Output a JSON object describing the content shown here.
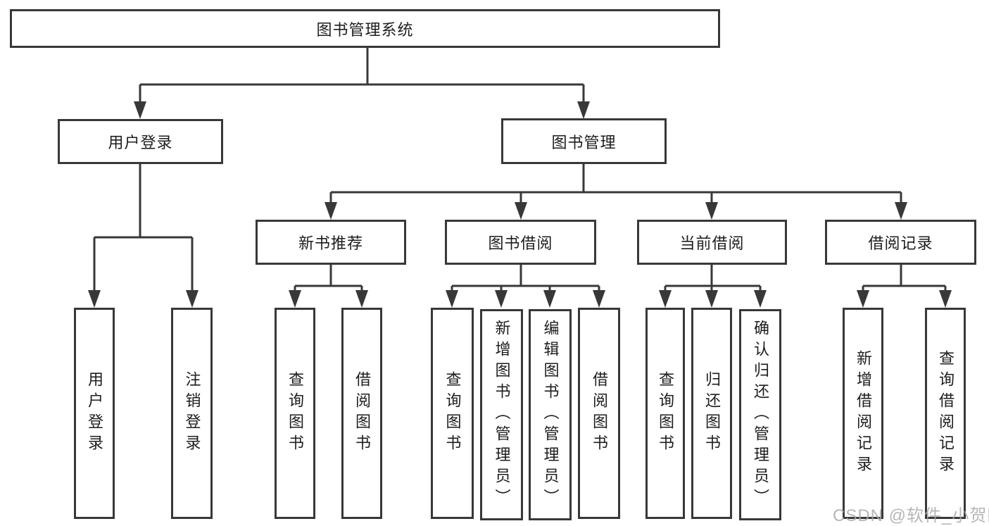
{
  "colors": {
    "line": "#383838",
    "text": "#1d1d1d",
    "watermark": "#aaaaaa",
    "background": "#ffffff"
  },
  "tree": {
    "root": {
      "label": "图书管理系统"
    },
    "branches": [
      {
        "label": "用户登录",
        "children": [
          "用户登录",
          "注销登录"
        ]
      },
      {
        "label": "图书管理",
        "groups": [
          {
            "label": "新书推荐",
            "children": [
              "查询图书",
              "借阅图书"
            ]
          },
          {
            "label": "图书借阅",
            "children": [
              "查询图书",
              "新增图书（管理员）",
              "编辑图书（管理员）",
              "借阅图书"
            ]
          },
          {
            "label": "当前借阅",
            "children": [
              "查询图书",
              "归还图书",
              "确认归还（管理员）"
            ]
          },
          {
            "label": "借阅记录",
            "children": [
              "新增借阅记录",
              "查询借阅记录"
            ]
          }
        ]
      }
    ]
  },
  "watermark": {
    "text": "CSDN @软件_小贺同学"
  }
}
